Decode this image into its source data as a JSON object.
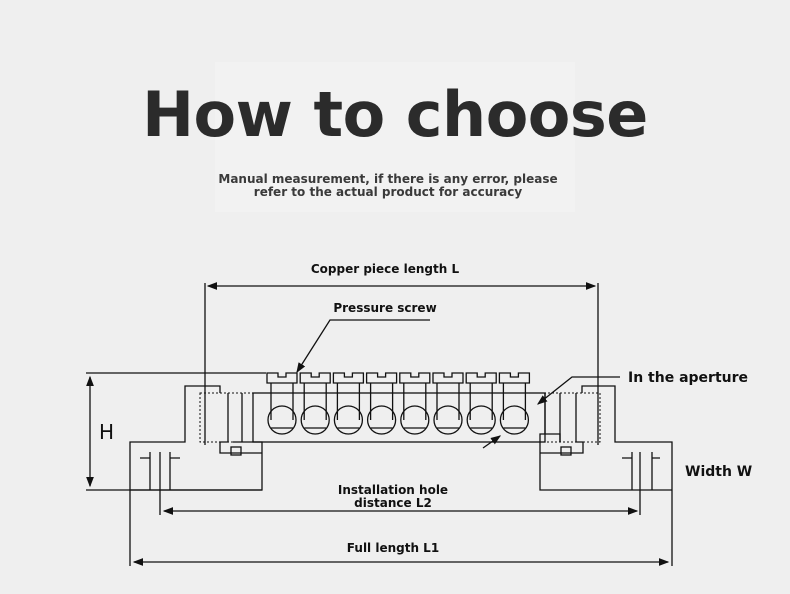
{
  "header": {
    "title": "How to choose",
    "subtitle_line1": "Manual measurement, if there is any error, please",
    "subtitle_line2": "refer to the actual product for accuracy"
  },
  "diagram": {
    "copper_length_label": "Copper piece length L",
    "pressure_screw_label": "Pressure screw",
    "aperture_label": "In the aperture",
    "height_label": "H",
    "width_label": "Width W",
    "install_hole_line1": "Installation hole",
    "install_hole_line2": "distance L2",
    "full_length_label": "Full length L1",
    "screw_count": 8
  }
}
